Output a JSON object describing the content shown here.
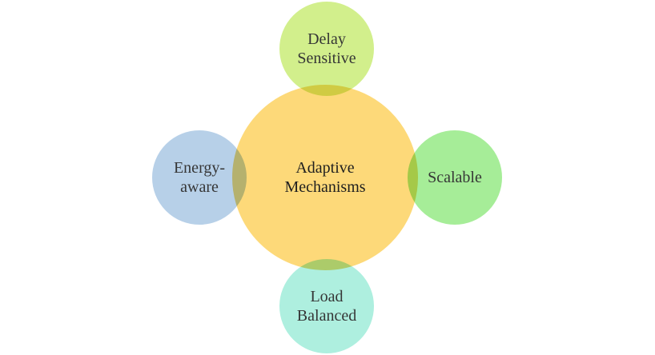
{
  "diagram": {
    "center": {
      "label": "Adaptive\nMechanisms",
      "color": "#FDD979"
    },
    "satellites": [
      {
        "id": "top",
        "label": "Delay\nSensitive",
        "color": "#CDEE7F"
      },
      {
        "id": "right",
        "label": "Scalable",
        "color": "#9CEB8D"
      },
      {
        "id": "bottom",
        "label": "Load\nBalanced",
        "color": "#A5EEDC"
      },
      {
        "id": "left",
        "label": "Energy-\naware",
        "color": "#AFCBE6"
      }
    ]
  }
}
